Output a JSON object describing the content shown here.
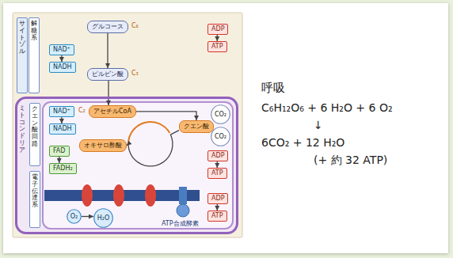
{
  "diagram": {
    "nodes": [
      {
        "text": [
          "サイトゾル"
        ]
      },
      {
        "text": [
          "解糖系"
        ]
      },
      {
        "text": [
          "グルコース"
        ]
      },
      {
        "text": [
          "ADP"
        ]
      },
      {
        "text": [
          "ATP"
        ]
      },
      {
        "text": [
          "NAD⁺"
        ]
      },
      {
        "text": [
          "NADH"
        ]
      },
      {
        "text": [
          "ピルビン酸"
        ]
      },
      {
        "text": [
          "ミトコンドリア"
        ]
      },
      {
        "text": [
          "クエン酸回路"
        ],
        "in": 8
      },
      {
        "text": [
          "電子伝達系"
        ],
        "in": 8
      },
      {
        "text": [
          "NAD⁺"
        ],
        "in": 8
      },
      {
        "text": [
          "NADH"
        ],
        "in": 8
      },
      {
        "text": [
          "アセチルCoA"
        ],
        "in": 8
      },
      {
        "text": [
          "クエン酸"
        ],
        "in": 8
      },
      {
        "text": [
          "CO₂"
        ],
        "in": 8
      },
      {
        "text": [
          "CO₂"
        ],
        "in": 8
      },
      {
        "text": [
          "オキサロ酢酸"
        ],
        "in": 8
      },
      {
        "text": [
          "FAD"
        ],
        "in": 8
      },
      {
        "text": [
          "FADH₂"
        ],
        "in": 8
      },
      {
        "text": [
          "ADP"
        ],
        "in": 8
      },
      {
        "text": [
          "ATP"
        ],
        "in": 8
      },
      {
        "text": [
          "O₂"
        ],
        "in": 8
      },
      {
        "text": [
          "H₂O"
        ],
        "in": 8
      },
      {
        "text": [
          "ADP"
        ],
        "in": 8
      },
      {
        "text": [
          "ATP"
        ],
        "in": 8
      }
    ],
    "edges": [
      {
        "from": 2,
        "to": 7,
        "arrow": "to"
      },
      {
        "from": 3,
        "to": 4,
        "arrow": "to"
      },
      {
        "from": 5,
        "to": 6,
        "arrow": "to"
      },
      {
        "from": 7,
        "to": 13,
        "arrow": "to"
      },
      {
        "from": 13,
        "to": 14,
        "arrow": "to"
      },
      {
        "from": 14,
        "to": 17,
        "arrow": "to"
      },
      {
        "from": 11,
        "to": 12,
        "arrow": "to"
      },
      {
        "from": 18,
        "to": 19,
        "arrow": "to"
      },
      {
        "from": 20,
        "to": 21,
        "arrow": "to"
      },
      {
        "from": 22,
        "to": 23,
        "arrow": "to"
      },
      {
        "from": 24,
        "to": 25,
        "arrow": "to"
      }
    ],
    "labels": [
      "C₆",
      "C₃",
      "C₂",
      "ATP合成酵素",
      "呼吸",
      "C₆H₁₂O₆ + 6 H₂O + 6 O₂",
      "↓",
      "6CO₂ + 12 H₂O",
      "(+ 約 32 ATP)"
    ]
  }
}
